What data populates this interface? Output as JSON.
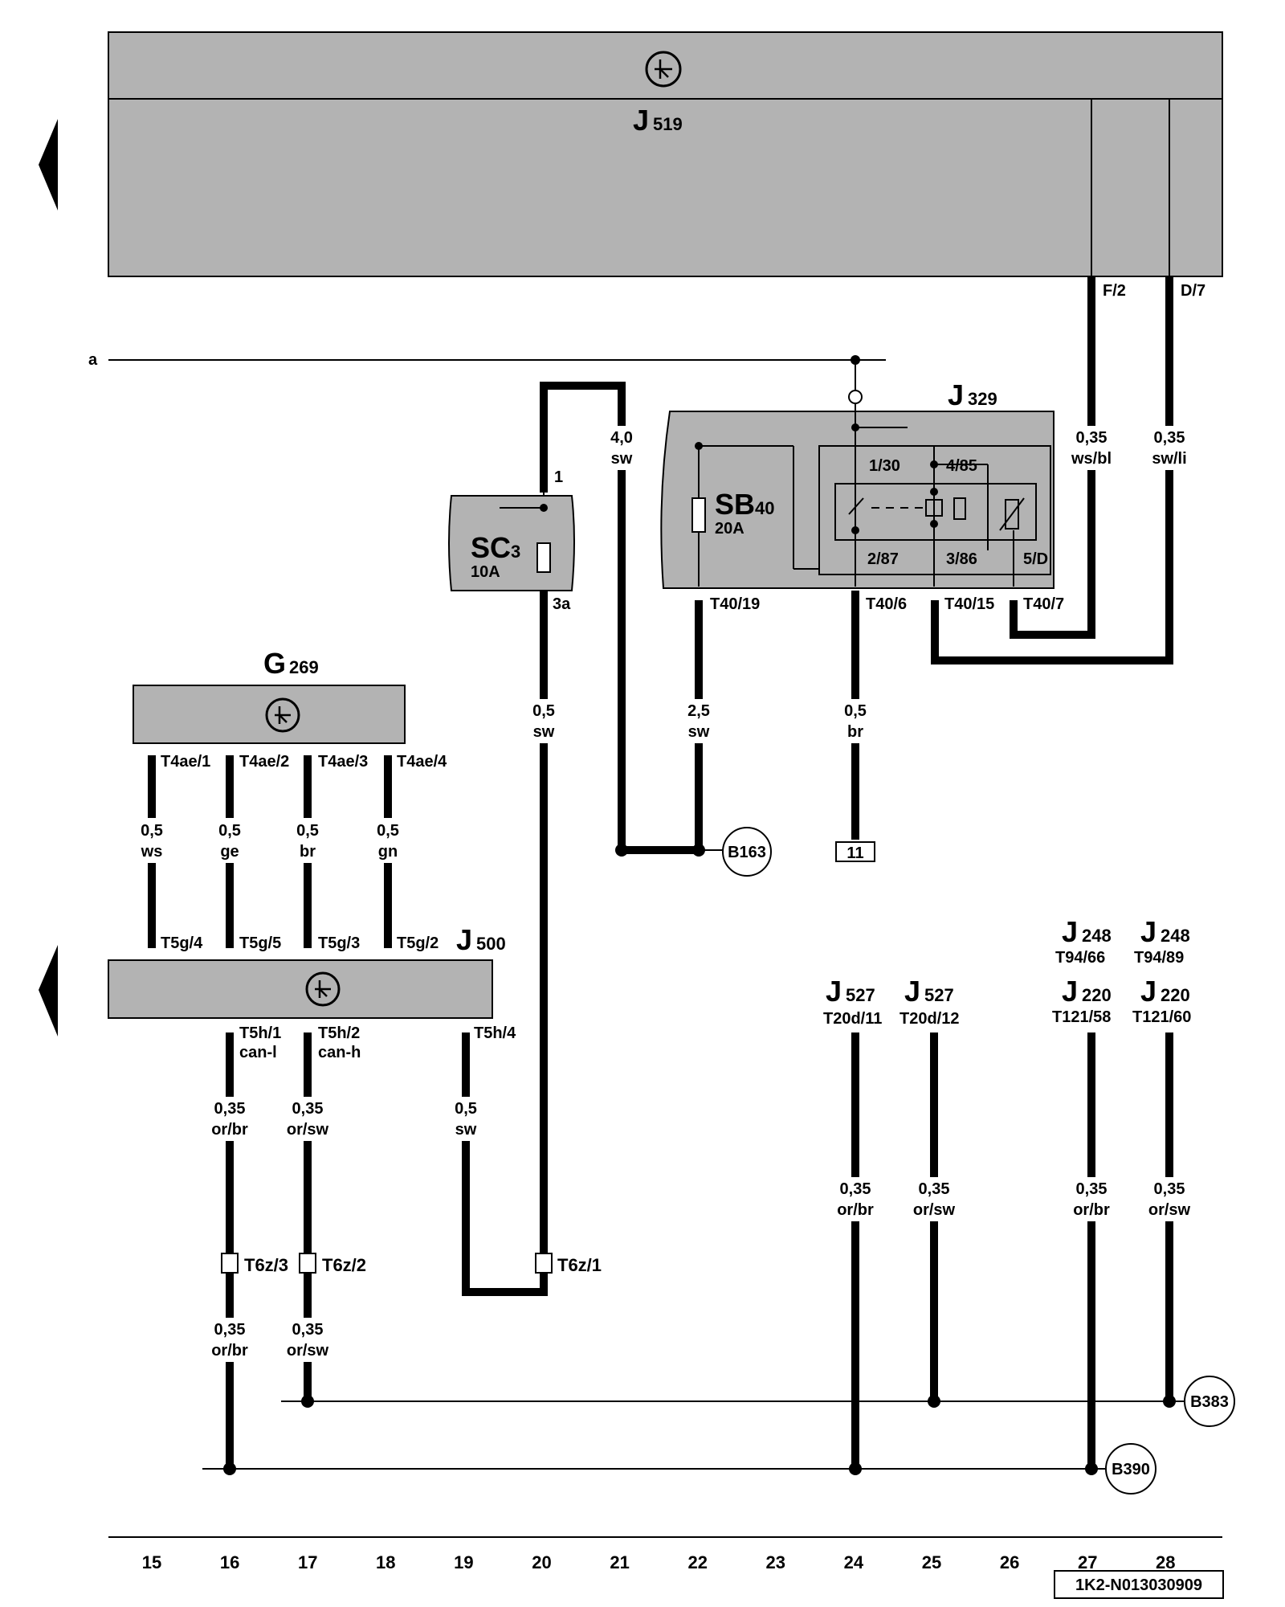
{
  "diagram_id": "1K2-N013030909",
  "left_label": "a",
  "columns": [
    "15",
    "16",
    "17",
    "18",
    "19",
    "20",
    "21",
    "22",
    "23",
    "24",
    "25",
    "26",
    "27",
    "28"
  ],
  "components": {
    "J519": {
      "name": "J",
      "sub": "519"
    },
    "J329": {
      "name": "J",
      "sub": "329"
    },
    "SC3": {
      "name": "SC",
      "sub": "3",
      "rating": "10A"
    },
    "SB40": {
      "name": "SB",
      "sub": "40",
      "rating": "20A"
    },
    "G269": {
      "name": "G",
      "sub": "269"
    },
    "J500": {
      "name": "J",
      "sub": "500"
    },
    "J527a": {
      "name": "J",
      "sub": "527",
      "pin": "T20d/11"
    },
    "J527b": {
      "name": "J",
      "sub": "527",
      "pin": "T20d/12"
    },
    "J248a": {
      "name": "J",
      "sub": "248",
      "pin": "T94/66"
    },
    "J248b": {
      "name": "J",
      "sub": "248",
      "pin": "T94/89"
    },
    "J220a": {
      "name": "J",
      "sub": "220",
      "pin": "T121/58"
    },
    "J220b": {
      "name": "J",
      "sub": "220",
      "pin": "T121/60"
    }
  },
  "pins": {
    "j519_f2": "F/2",
    "j519_d7": "D/7",
    "sc3_1": "1",
    "sc3_3a": "3a",
    "j329_130": "1/30",
    "j329_485": "4/85",
    "j329_287": "2/87",
    "j329_386": "3/86",
    "j329_5d": "5/D",
    "t40_19": "T40/19",
    "t40_6": "T40/6",
    "t40_15": "T40/15",
    "t40_7": "T40/7",
    "t4ae_1": "T4ae/1",
    "t4ae_2": "T4ae/2",
    "t4ae_3": "T4ae/3",
    "t4ae_4": "T4ae/4",
    "t5g_4": "T5g/4",
    "t5g_5": "T5g/5",
    "t5g_3": "T5g/3",
    "t5g_2": "T5g/2",
    "t5h_1": "T5h/1",
    "t5h_1b": "can-l",
    "t5h_2": "T5h/2",
    "t5h_2b": "can-h",
    "t5h_4": "T5h/4",
    "t6z_3": "T6z/3",
    "t6z_2": "T6z/2",
    "t6z_1": "T6z/1"
  },
  "wires": {
    "w1": {
      "size": "0,35",
      "color": "ws/bl"
    },
    "w2": {
      "size": "0,35",
      "color": "sw/li"
    },
    "w3": {
      "size": "4,0",
      "color": "sw"
    },
    "w4": {
      "size": "0,5",
      "color": "sw"
    },
    "w5": {
      "size": "2,5",
      "color": "sw"
    },
    "w6": {
      "size": "0,5",
      "color": "br"
    },
    "w7": {
      "size": "0,5",
      "color": "ws"
    },
    "w8": {
      "size": "0,5",
      "color": "ge"
    },
    "w9": {
      "size": "0,5",
      "color": "br"
    },
    "w10": {
      "size": "0,5",
      "color": "gn"
    },
    "w11": {
      "size": "0,35",
      "color": "or/br"
    },
    "w12": {
      "size": "0,35",
      "color": "or/sw"
    },
    "w13": {
      "size": "0,5",
      "color": "sw"
    },
    "w14": {
      "size": "0,35",
      "color": "or/br"
    },
    "w15": {
      "size": "0,35",
      "color": "or/sw"
    },
    "w16": {
      "size": "0,35",
      "color": "or/br"
    },
    "w17": {
      "size": "0,35",
      "color": "or/sw"
    },
    "w18": {
      "size": "0,35",
      "color": "or/br"
    },
    "w19": {
      "size": "0,35",
      "color": "or/sw"
    },
    "w20": {
      "size": "0,35",
      "color": "or/br"
    },
    "w21": {
      "size": "0,35",
      "color": "or/sw"
    }
  },
  "grounds": {
    "b163": "B163",
    "b383": "B383",
    "b390": "B390"
  },
  "refbox": "11"
}
